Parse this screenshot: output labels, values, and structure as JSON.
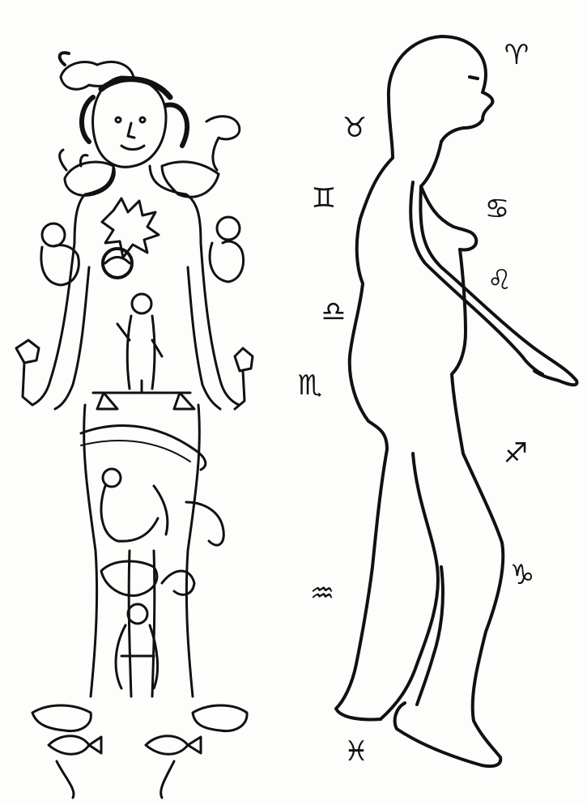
{
  "image": {
    "subject": "zodiac-man-woodcut-and-outline-figure",
    "colors": {
      "ink": "#111111",
      "paper": "#fdfdfb"
    }
  },
  "zodiac_signs": [
    {
      "name": "aries",
      "glyph": "♈"
    },
    {
      "name": "taurus",
      "glyph": "♉"
    },
    {
      "name": "gemini",
      "glyph": "♊"
    },
    {
      "name": "cancer",
      "glyph": "♋"
    },
    {
      "name": "leo",
      "glyph": "♌"
    },
    {
      "name": "libra",
      "glyph": "♎"
    },
    {
      "name": "scorpio",
      "glyph": "♏"
    },
    {
      "name": "sagittarius",
      "glyph": "♐"
    },
    {
      "name": "aquarius",
      "glyph": "♒"
    },
    {
      "name": "capricorn",
      "glyph": "♑"
    },
    {
      "name": "pisces",
      "glyph": "♓"
    }
  ]
}
